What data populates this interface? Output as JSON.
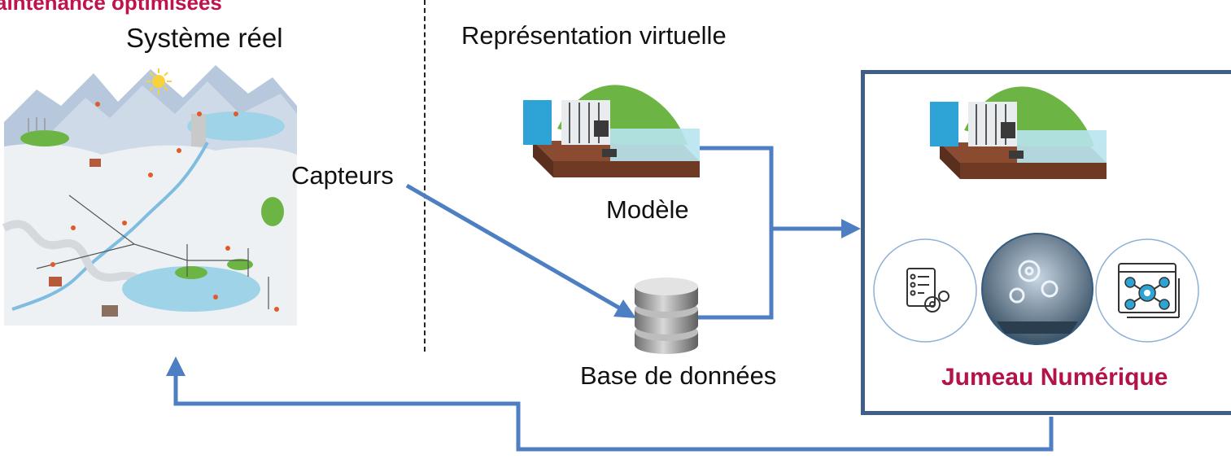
{
  "banner": {
    "text": "aintenance optimisées"
  },
  "labels": {
    "real_system": "Système réel",
    "virtual": "Représentation virtuelle",
    "sensors": "Capteurs",
    "model": "Modèle",
    "database": "Base de données",
    "digital_twin": "Jumeau Numérique"
  },
  "colors": {
    "arrow": "#4e7fc2",
    "twin_border": "#3f5f85",
    "accent": "#c0134c",
    "water": "#7fcde0",
    "grass": "#6cb544",
    "earth": "#8a4b30"
  },
  "icons": [
    "sun-icon",
    "hydro-dam-illustration",
    "database-icon",
    "checklist-gear-icon",
    "ai-gears-photo",
    "process-network-icon"
  ]
}
